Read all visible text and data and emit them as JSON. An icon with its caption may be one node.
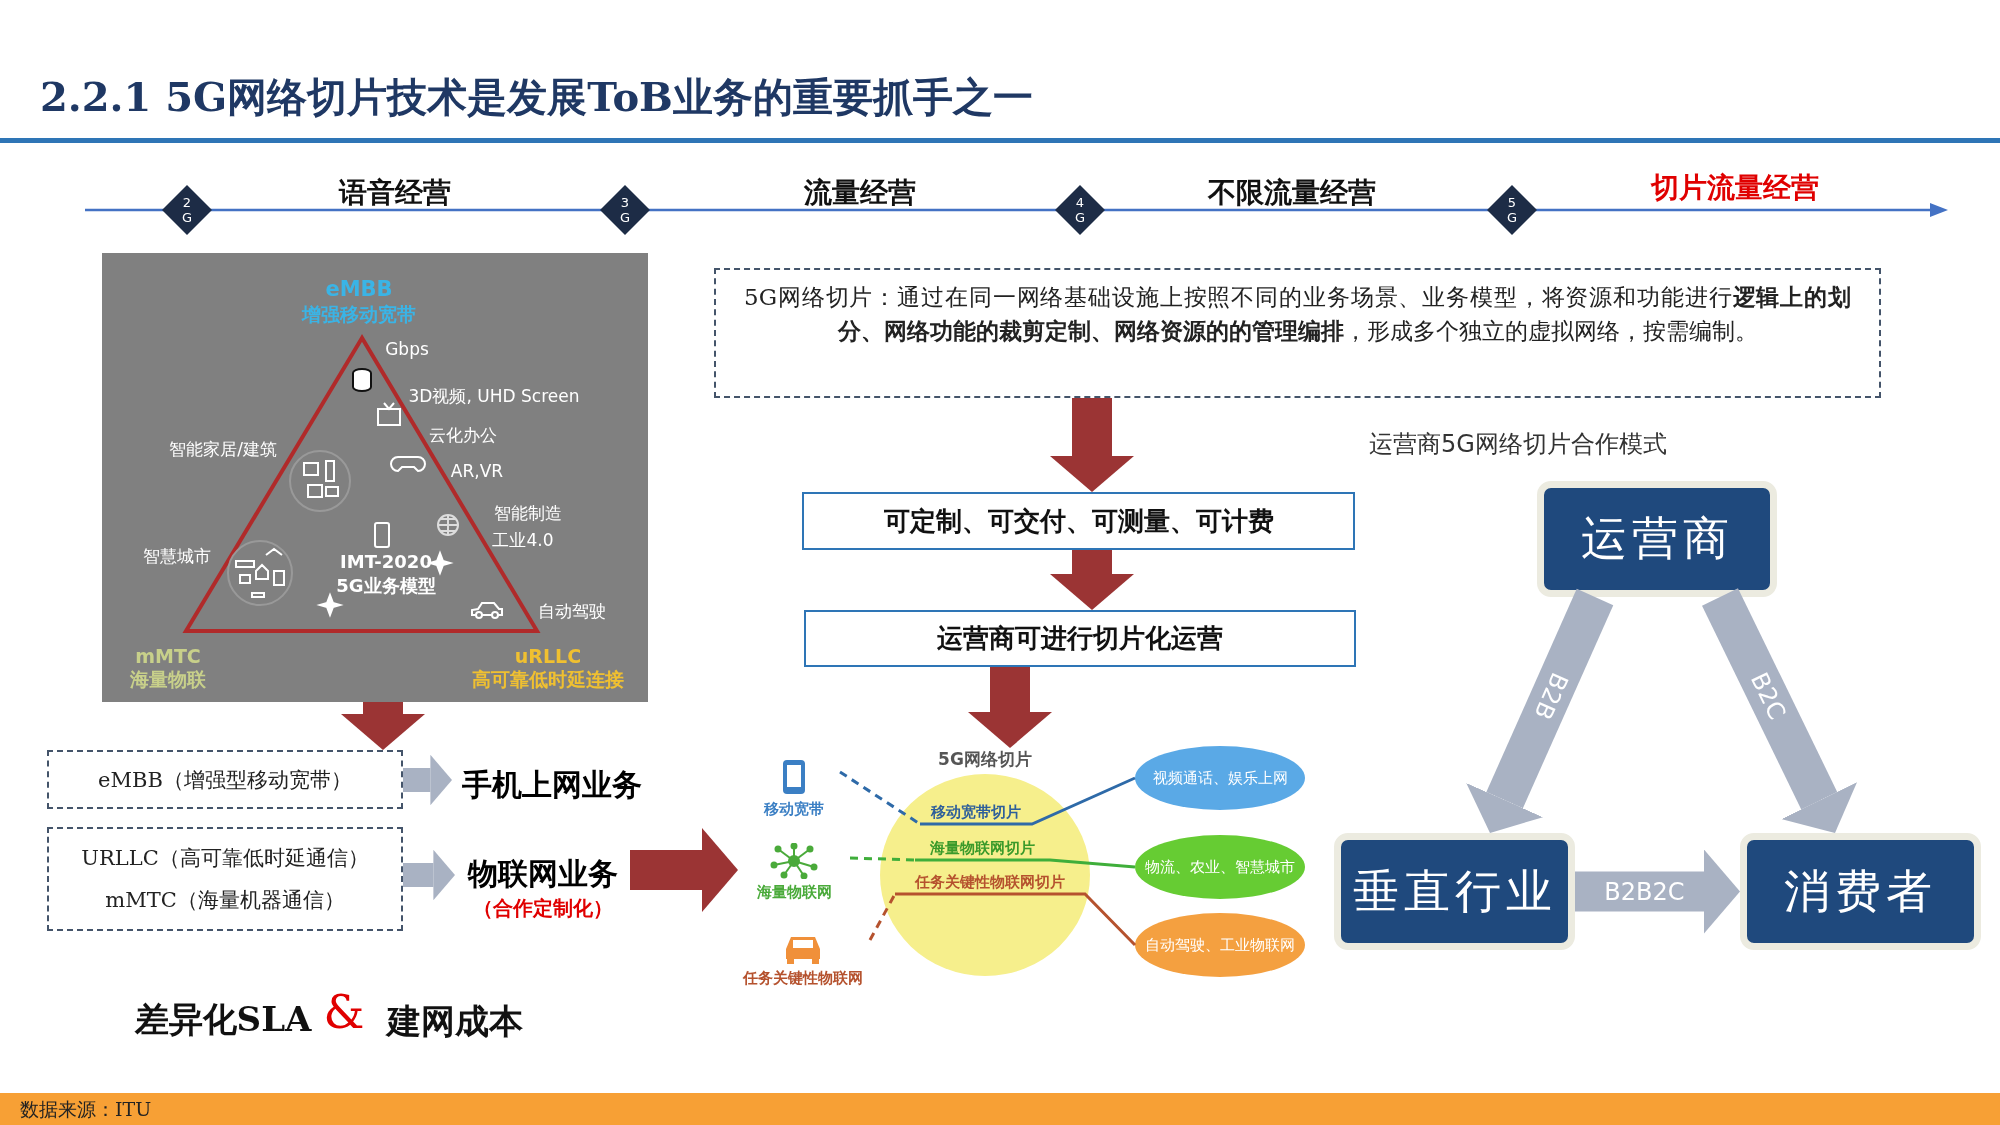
{
  "diagram": {
    "title": "2.2.1 5G网络切片技术是发展ToB业务的重要抓手之一",
    "caption": "数据来源：ITU",
    "nodes": [
      {
        "text": [
          "2G"
        ]
      },
      {
        "text": [
          "3G"
        ]
      },
      {
        "text": [
          "4G"
        ]
      },
      {
        "text": [
          "5G"
        ]
      },
      {
        "text": [
          "eMBB",
          "增强移动宽带",
          "Gbps",
          "3D视频, UHD Screen",
          "云化办公",
          "智能家居/建筑",
          "AR,VR",
          "智能制造",
          "工业4.0",
          "智慧城市",
          "IMT-2020",
          "5G业务模型",
          "自动驾驶",
          "mMTC",
          "海量物联",
          "uRLLC",
          "高可靠低时延连接"
        ]
      },
      {
        "text": [
          "eMBB（增强型移动宽带）"
        ]
      },
      {
        "text": [
          "URLLC（高可靠低时延通信）",
          "mMTC（海量机器通信）"
        ]
      },
      {
        "text": [
          "手机上网业务"
        ]
      },
      {
        "text": [
          "物联网业务",
          "（合作定制化）"
        ]
      },
      {
        "text": [
          "5G网络切片：通过在同一网络基础设施上按照不同的业务场景、业务模型，将资源和功能进行**逻辑上的划分、网络功能的裁剪定制、网络资源的的管理编排**，形成多个独立的虚拟网络，按需编制。"
        ]
      },
      {
        "text": [
          "可定制、可交付、可测量、可计费"
        ]
      },
      {
        "text": [
          "运营商可进行切片化运营"
        ]
      },
      {
        "text": [
          "移动宽带"
        ]
      },
      {
        "text": [
          "海量物联网"
        ]
      },
      {
        "text": [
          "任务关键性物联网"
        ]
      },
      {
        "text": [
          "5G网络切片"
        ]
      },
      {
        "text": [
          "移动宽带切片"
        ],
        "in": 15
      },
      {
        "text": [
          "海量物联网切片"
        ],
        "in": 15
      },
      {
        "text": [
          "任务关键性物联网切片"
        ],
        "in": 15
      },
      {
        "text": [
          "视频通话、娱乐上网"
        ]
      },
      {
        "text": [
          "物流、农业、智慧城市"
        ]
      },
      {
        "text": [
          "自动驾驶、工业物联网"
        ]
      },
      {
        "text": [
          "运营商"
        ]
      },
      {
        "text": [
          "垂直行业"
        ]
      },
      {
        "text": [
          "消费者"
        ]
      }
    ],
    "edges": [
      {
        "from": 4,
        "to": 5,
        "arrow": "to",
        "color": "#9b3434"
      },
      {
        "from": 5,
        "to": 7,
        "arrow": "to",
        "color": "#a9b2c3"
      },
      {
        "from": 6,
        "to": 8,
        "arrow": "to",
        "color": "#a9b2c3"
      },
      {
        "from": 8,
        "to": 13,
        "arrow": "to",
        "color": "#9b3434"
      },
      {
        "from": 9,
        "to": 10,
        "arrow": "to",
        "color": "#9b3434"
      },
      {
        "from": 10,
        "to": 11,
        "arrow": "to",
        "color": "#9b3434"
      },
      {
        "from": 11,
        "to": 15,
        "arrow": "to",
        "color": "#9b3434"
      },
      {
        "from": 12,
        "to": 16,
        "arrow": "none",
        "style": "dashed",
        "color": "#2e6aa8"
      },
      {
        "from": 16,
        "to": 19,
        "arrow": "none",
        "color": "#2e6aa8"
      },
      {
        "from": 13,
        "to": 17,
        "arrow": "none",
        "style": "dashed",
        "color": "#3fae3a"
      },
      {
        "from": 17,
        "to": 20,
        "arrow": "none",
        "color": "#3fae3a"
      },
      {
        "from": 14,
        "to": 18,
        "arrow": "none",
        "style": "dashed",
        "color": "#b5522e"
      },
      {
        "from": 18,
        "to": 21,
        "arrow": "none",
        "color": "#b5522e"
      },
      {
        "from": 22,
        "to": 23,
        "arrow": "to",
        "label": "B2B",
        "color": "#a9b2c3"
      },
      {
        "from": 22,
        "to": 24,
        "arrow": "to",
        "label": "B2C",
        "color": "#a9b2c3"
      },
      {
        "from": 23,
        "to": 24,
        "arrow": "to",
        "label": "B2B2C",
        "color": "#a9b2c3"
      }
    ],
    "labels": [
      "语音经营",
      "流量经营",
      "不限流量经营",
      "切片流量经营",
      "运营商5G网络切片合作模式",
      "差异化SLA",
      "&",
      "建网成本"
    ]
  }
}
